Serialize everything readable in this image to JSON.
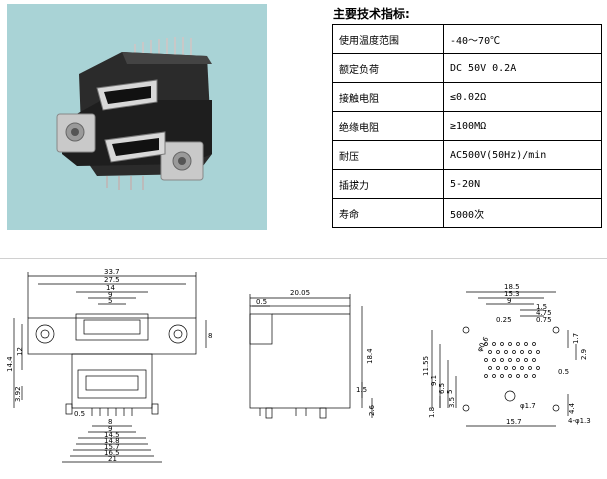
{
  "spec": {
    "title": "主要技术指标:",
    "rows": [
      {
        "label": "使用温度范围",
        "value": "-40～70℃"
      },
      {
        "label": "额定负荷",
        "value": "DC 50V 0.2A"
      },
      {
        "label": "接触电阻",
        "value": "≤0.02Ω"
      },
      {
        "label": "绝缘电阻",
        "value": "≥100MΩ"
      },
      {
        "label": "耐压",
        "value": "AC500V(50Hz)/min"
      },
      {
        "label": "插拔力",
        "value": "5-20N"
      },
      {
        "label": "寿命",
        "value": "5000次"
      }
    ]
  },
  "front_view": {
    "top_dims": [
      "33.7",
      "27.5",
      "14",
      "9",
      "5"
    ],
    "left_dims": [
      "14.4",
      "12",
      "3.92"
    ],
    "right_dims": [
      "8"
    ],
    "bottom_dims": [
      "8",
      "9",
      "14.5",
      "14.8",
      "15.7",
      "16.5",
      "21"
    ],
    "misc": [
      "0.5"
    ]
  },
  "side_view": {
    "dims": [
      "20.05",
      "0.5",
      "18.4",
      "1.5",
      "2.6"
    ]
  },
  "footprint_view": {
    "top_dims": [
      "18.5",
      "15.3",
      "9",
      "1.5",
      "4.75",
      "0.25",
      "0.75"
    ],
    "left_dims": [
      "11.55",
      "9.1",
      "6.5",
      "5",
      "3.5",
      "1.8"
    ],
    "right_dims": [
      "1.7",
      "2.9",
      "0.5",
      "4.4"
    ],
    "bottom_dims": [
      "15.7"
    ],
    "holes": [
      "φ1.7",
      "4-φ1.3",
      "φ0.6"
    ]
  }
}
